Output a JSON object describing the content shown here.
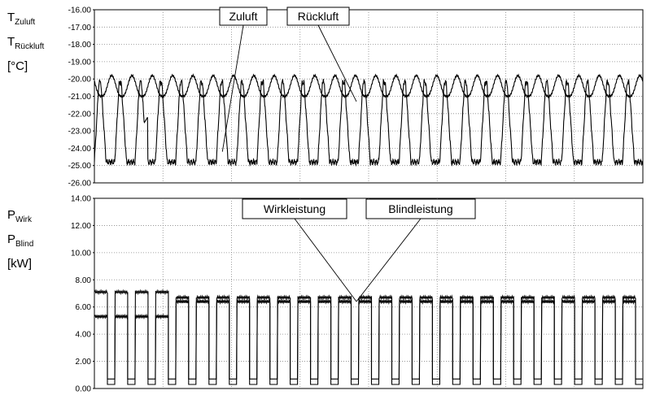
{
  "chart_data": [
    {
      "type": "line",
      "ylabel_lines": [
        {
          "base": "T",
          "sub": "Zuluft"
        },
        {
          "base": "T",
          "sub": "Rückluft"
        },
        {
          "base": "[°C]",
          "sub": ""
        }
      ],
      "ylim": [
        -26.0,
        -16.0
      ],
      "y_ticks": [
        "-16.00",
        "-17.00",
        "-18.00",
        "-19.00",
        "-20.00",
        "-21.00",
        "-22.00",
        "-23.00",
        "-24.00",
        "-25.00",
        "-26.00"
      ],
      "grid": true,
      "xlim": [
        0,
        27
      ],
      "series": [
        {
          "name": "Zuluft",
          "cycle_period": 1.0,
          "min": -24.8,
          "max": -20.2,
          "irregular": [
            {
              "x": 2.55,
              "y": -22.2
            },
            {
              "x": 2.9,
              "y": -24.6
            }
          ]
        },
        {
          "name": "Rückluft",
          "cycle_period": 1.0,
          "min": -21.0,
          "max": -19.8
        }
      ],
      "annotations": [
        {
          "text": "Zuluft",
          "points_to_x": 6.3,
          "points_to_y": -24.2
        },
        {
          "text": "Rückluft",
          "points_to_x": 12.9,
          "points_to_y": -21.3
        }
      ]
    },
    {
      "type": "line",
      "ylabel_lines": [
        {
          "base": "P",
          "sub": "Wirk"
        },
        {
          "base": "P",
          "sub": "Blind"
        },
        {
          "base": "[kW]",
          "sub": ""
        }
      ],
      "ylim": [
        0.0,
        14.0
      ],
      "y_ticks": [
        "14.00",
        "12.00",
        "10.00",
        "8.00",
        "6.00",
        "4.00",
        "2.00",
        "0.00"
      ],
      "grid": true,
      "xlim": [
        0,
        27
      ],
      "series": [
        {
          "name": "Wirkleistung",
          "on_level_first_cycles": 7.1,
          "on_level": 6.7,
          "off_level": 0.7
        },
        {
          "name": "Blindleistung",
          "on_level_first_cycles": 5.3,
          "on_level": 6.4,
          "off_level": 0.3
        }
      ],
      "annotations": [
        {
          "text": "Wirkleistung",
          "points_to_x": 12.9,
          "points_to_y": 6.4
        },
        {
          "text": "Blindleistung",
          "points_to_x": 12.9,
          "points_to_y": 6.4
        }
      ]
    }
  ]
}
